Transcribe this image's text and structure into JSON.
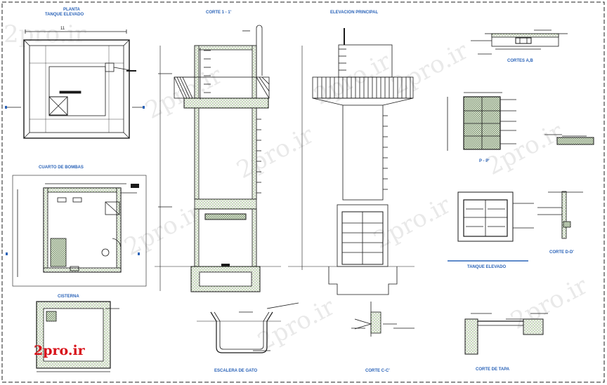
{
  "titles": {
    "planta_tanque": "PLANTA",
    "planta_tanque_sub": "TANQUE ELEVADO",
    "corte_1": "CORTE 1 - 1'",
    "elevacion": "ELEVACION PRINCIPAL",
    "cortes_ab": "CORTES A,B",
    "pp": "P - P'",
    "cuarto_bombas": "CUARTO DE BOMBAS",
    "cisterna": "CISTERNA",
    "tanque_elevado": "TANQUE ELEVADO",
    "corte_dd": "CORTE D-D'",
    "escalera": "ESCALERA DE GATO",
    "corte_cc": "CORTE C-C'",
    "corte_tapa": "CORTE DE TAPA"
  },
  "dimensions": {
    "plan_width": "11"
  },
  "watermark": {
    "text": "2pro.ir",
    "logo_text": "2pro.ir"
  },
  "colors": {
    "line": "#1a1a1a",
    "title": "#2a63b8",
    "concrete": "#9fc48a",
    "logo": "#d8121a"
  }
}
